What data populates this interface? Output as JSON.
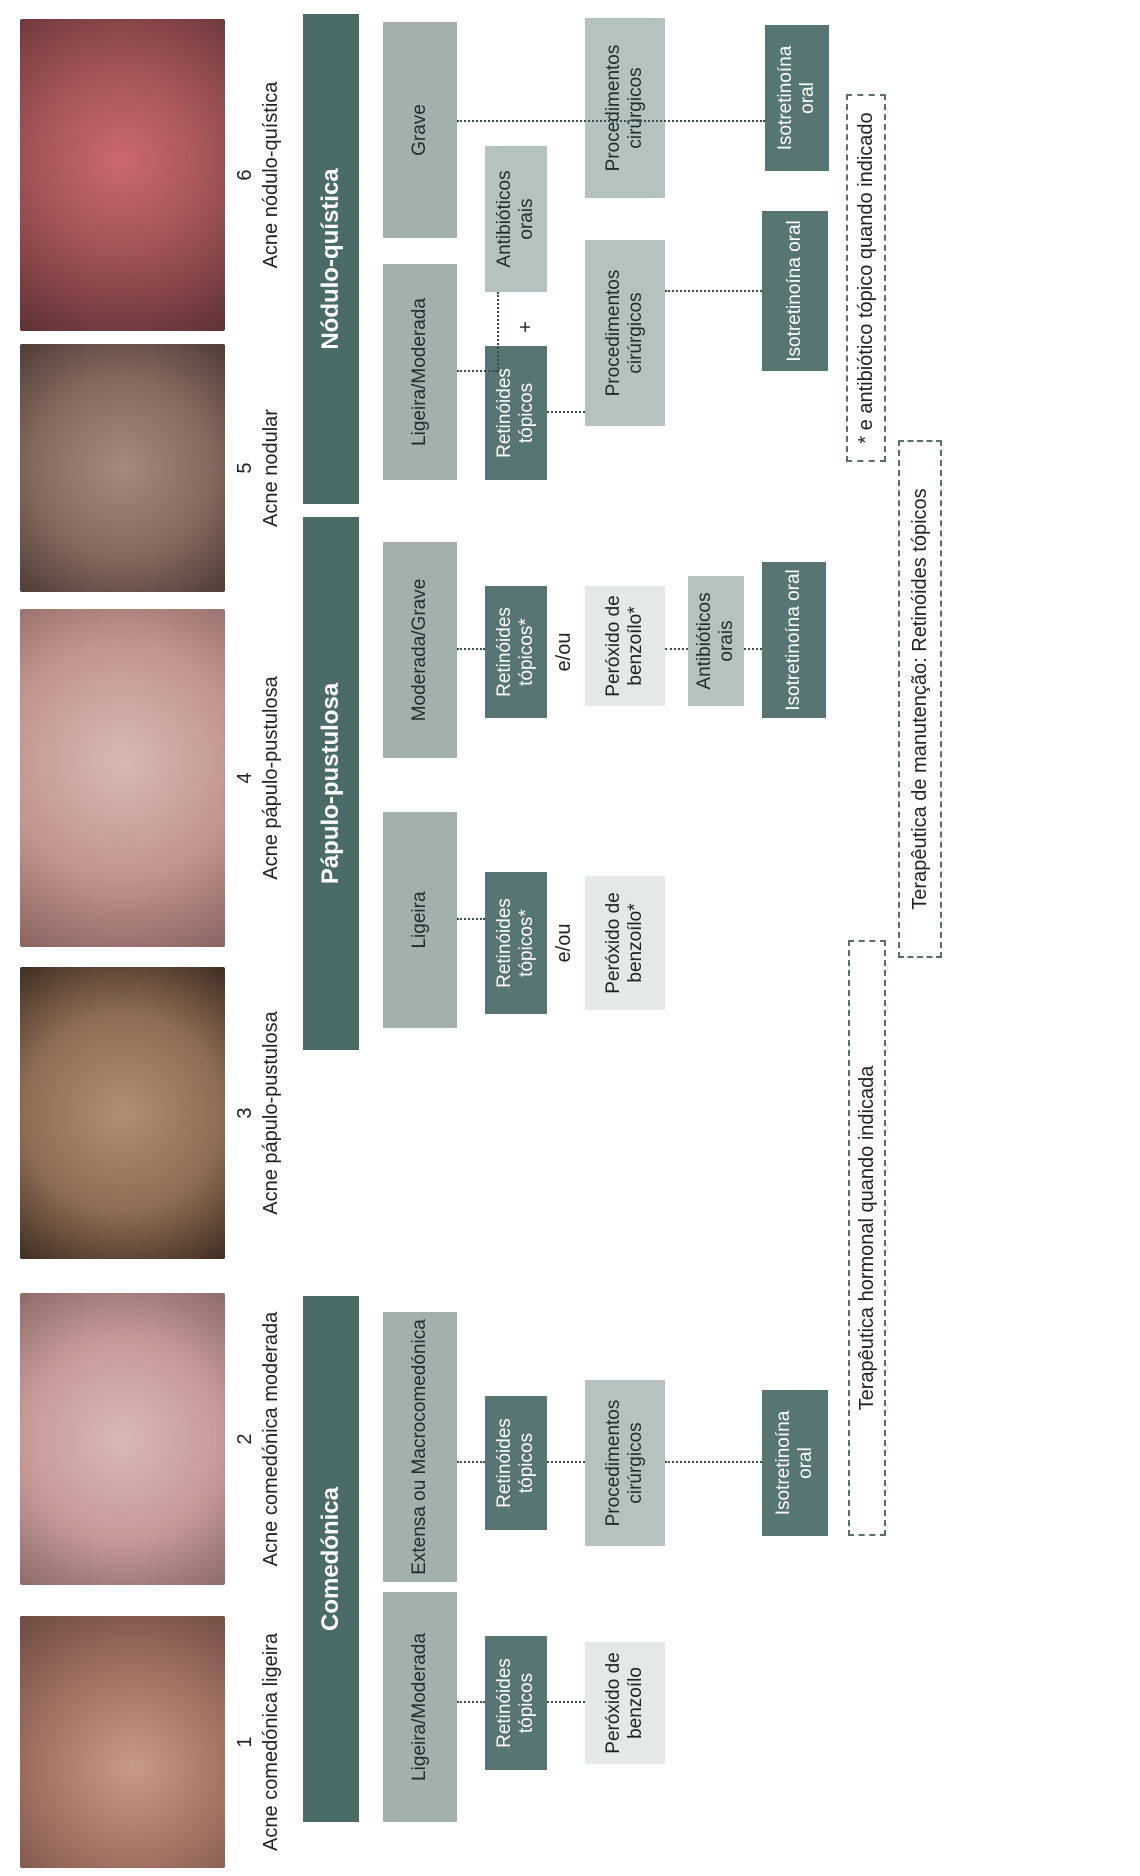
{
  "cases": [
    {
      "number": "1",
      "caption": "Acne comedónica ligeira"
    },
    {
      "number": "2",
      "caption": "Acne comedónica moderada"
    },
    {
      "number": "3",
      "caption": "Acne pápulo-pustulosa"
    },
    {
      "number": "4",
      "caption": "Acne pápulo-pustulosa"
    },
    {
      "number": "5",
      "caption": "Acne nodular"
    },
    {
      "number": "6",
      "caption": "Acne nódulo-quística"
    }
  ],
  "categories": {
    "comedonica": "Comedónica",
    "papulo": "Pápulo-pustulosa",
    "nodulo": "Nódulo-quística"
  },
  "severities": {
    "c1": "Ligeira/Moderada",
    "c2": "Extensa ou Macrocomedónica",
    "p1": "Ligeira",
    "p2": "Moderada/Grave",
    "n1": "Ligeira/Moderada",
    "n2": "Grave"
  },
  "treatments": {
    "c1_ret": "Retinóides tópicos",
    "c1_per": "Peróxido de benzoílo",
    "c2_ret": "Retinóides tópicos",
    "c2_proc": "Procedimentos cirúrgicos",
    "c2_iso": "Isotretinoína oral",
    "p1_ret": "Retinóides tópicos*",
    "p1_eou": "e/ou",
    "p1_per": "Peróxido de benzoílo*",
    "p2_ret": "Retinóides tópicos*",
    "p2_eou": "e/ou",
    "p2_per": "Peróxido de benzoílo*",
    "p2_ab": "Antibióticos orais",
    "p2_iso": "Isotretinoína oral",
    "n1_ret": "Retinóides tópicos",
    "n1_plus": "+",
    "n1_ab": "Antibióticos orais",
    "n1_proc": "Procedimentos cirúrgicos",
    "n1_iso": "Isotretinoína oral",
    "n2_proc": "Procedimentos cirúrgicos",
    "n2_iso": "Isotretinoína oral"
  },
  "notes": {
    "hormonal": "Terapêutica hormonal quando indicada",
    "maintenance": "Terapêutica de manutenção: Retinóides tópicos",
    "footnote": "* e antibiótico tópico quando indicado"
  },
  "colors": {
    "band": "#4b6b69",
    "severity": "#a3b1ae",
    "dark_box": "#577572",
    "mid_box": "#b6c2c0",
    "light_box": "#e3e9e8"
  }
}
